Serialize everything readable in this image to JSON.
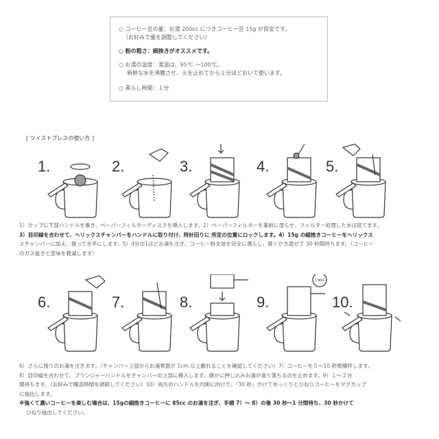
{
  "info_box": {
    "items": [
      {
        "line1": "○ コーヒー豆の量：お湯 200cc につきコーヒー豆 15g が目安です。",
        "line2": "（お好みで量を調整してください）"
      },
      {
        "line1": "○ 粉の粗さ：細挽きがオススメです。"
      },
      {
        "line1": "○ お湯の温度：湯温は、95℃ ～100℃。",
        "line2": "新鮮な水を沸騰させ、火を止めてから１分ほどおいて使います。"
      },
      {
        "line1": "○ 蒸らし時間：１分"
      }
    ]
  },
  "heading": "[ ツイストプレスの使い方 ]",
  "steps_row1": [
    "1.",
    "2.",
    "3.",
    "4.",
    "5."
  ],
  "steps_row2": [
    "6.",
    "7.",
    "8.",
    "9.",
    "10."
  ],
  "timer_label": "1 MINS",
  "instructions1": {
    "p1": "1）カップに下部ハンドルを置き、ペーパーフィルターディスクを挿入します。2）ペーパーフィルターを事前に湿らせ、フィルター処理した水は捨てます。",
    "p2": "3）目印線を合わせて、ヘリックスチャンバーをハンドルに取り付け、時計回りに 所定の位置にロックします。4）15g の細挽きコーヒーをヘリックス",
    "p3": "スチャンバーに加え、振って水平にします。5）4分の1ほどお湯を注ぎ、コーヒー粉全体を完全に濡らし、軽くかき混ぜて 30 秒間待ちます。（コーヒー",
    "p4": "のガス抜きと苦味を軽減します）"
  },
  "instructions2": {
    "p1": "6）さらに残りのお湯を注ぎます。（チャンバー上部からお湯表面が 1cm 以上離れることを確認してください）7）コーヒーを５～10 秒間攪拌します。",
    "p2": "8）目印線を合わせて、プランジャーハンドルをチャンバーの上部に挿入します。静かに押し込みお湯が滴り落ちるのを止めます。9）１～２分",
    "p3": "間待ちます。（お好みで醸造時間を調節してください）10）両方のハンドルを内側に向けて、『30 秒』かけてゆっくりとひねりコーヒーをマグカップ",
    "p4": "に抽出します。",
    "note1": "※強くて濃いコーヒーを楽しむ場合は、15gの細挽きコーヒーに 85cc のお湯を注ぎ、手順 7）～ 8）の後 30 秒～1 分間待ち、30 秒かけて",
    "note2": "ひねり抽出してください。"
  }
}
